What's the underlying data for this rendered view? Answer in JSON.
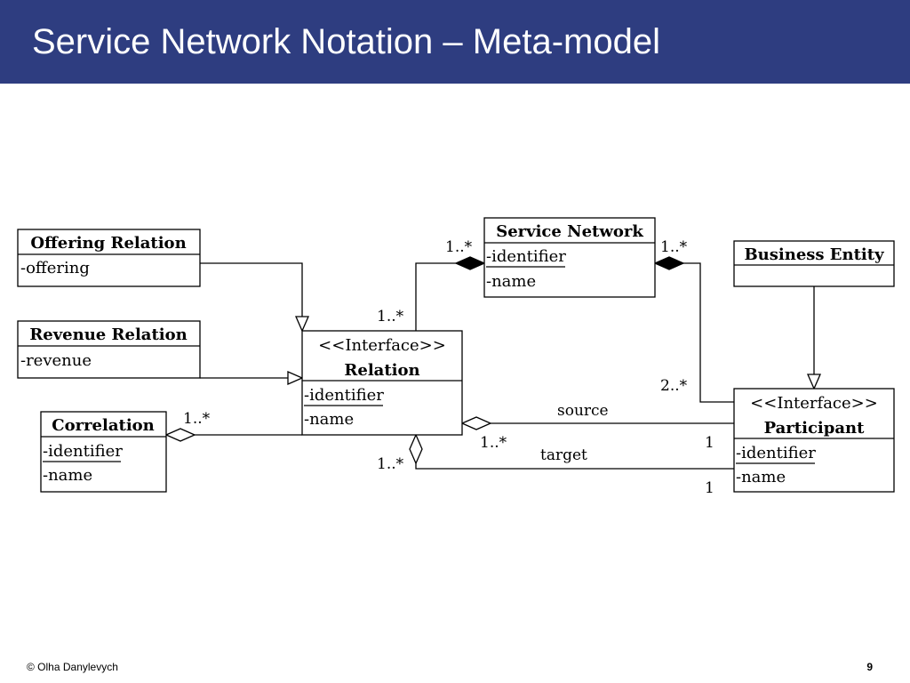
{
  "slide": {
    "title": "Service Network Notation – Meta-model",
    "footer": "© Olha Danylevych",
    "page_number": "9",
    "colors": {
      "title_bar": "#2e3d80",
      "title_text": "#ffffff"
    }
  },
  "diagram": {
    "classes": {
      "offering_relation": {
        "name": "Offering Relation",
        "attributes": [
          "-offering"
        ]
      },
      "revenue_relation": {
        "name": "Revenue Relation",
        "attributes": [
          "-revenue"
        ]
      },
      "correlation": {
        "name": "Correlation",
        "attributes": [
          "-identifier",
          "-name"
        ]
      },
      "service_network": {
        "name": "Service Network",
        "attributes": [
          "-identifier",
          "-name"
        ]
      },
      "relation": {
        "stereotype": "<<Interface>>",
        "name": "Relation",
        "attributes": [
          "-identifier",
          "-name"
        ]
      },
      "business_entity": {
        "name": "Business Entity",
        "attributes": []
      },
      "participant": {
        "stereotype": "<<Interface>>",
        "name": "Participant",
        "attributes": [
          "-identifier",
          "-name"
        ]
      }
    },
    "labels": {
      "sn_relation_mult_sn": "1..*",
      "sn_relation_mult_rel": "1..*",
      "sn_participant_mult_sn": "1..*",
      "sn_participant_mult_part": "2..*",
      "correlation_mult": "1..*",
      "source_role": "source",
      "source_mult_rel": "1..*",
      "source_mult_part": "1",
      "target_role": "target",
      "target_mult_rel": "1..*",
      "target_mult_part": "1"
    }
  }
}
